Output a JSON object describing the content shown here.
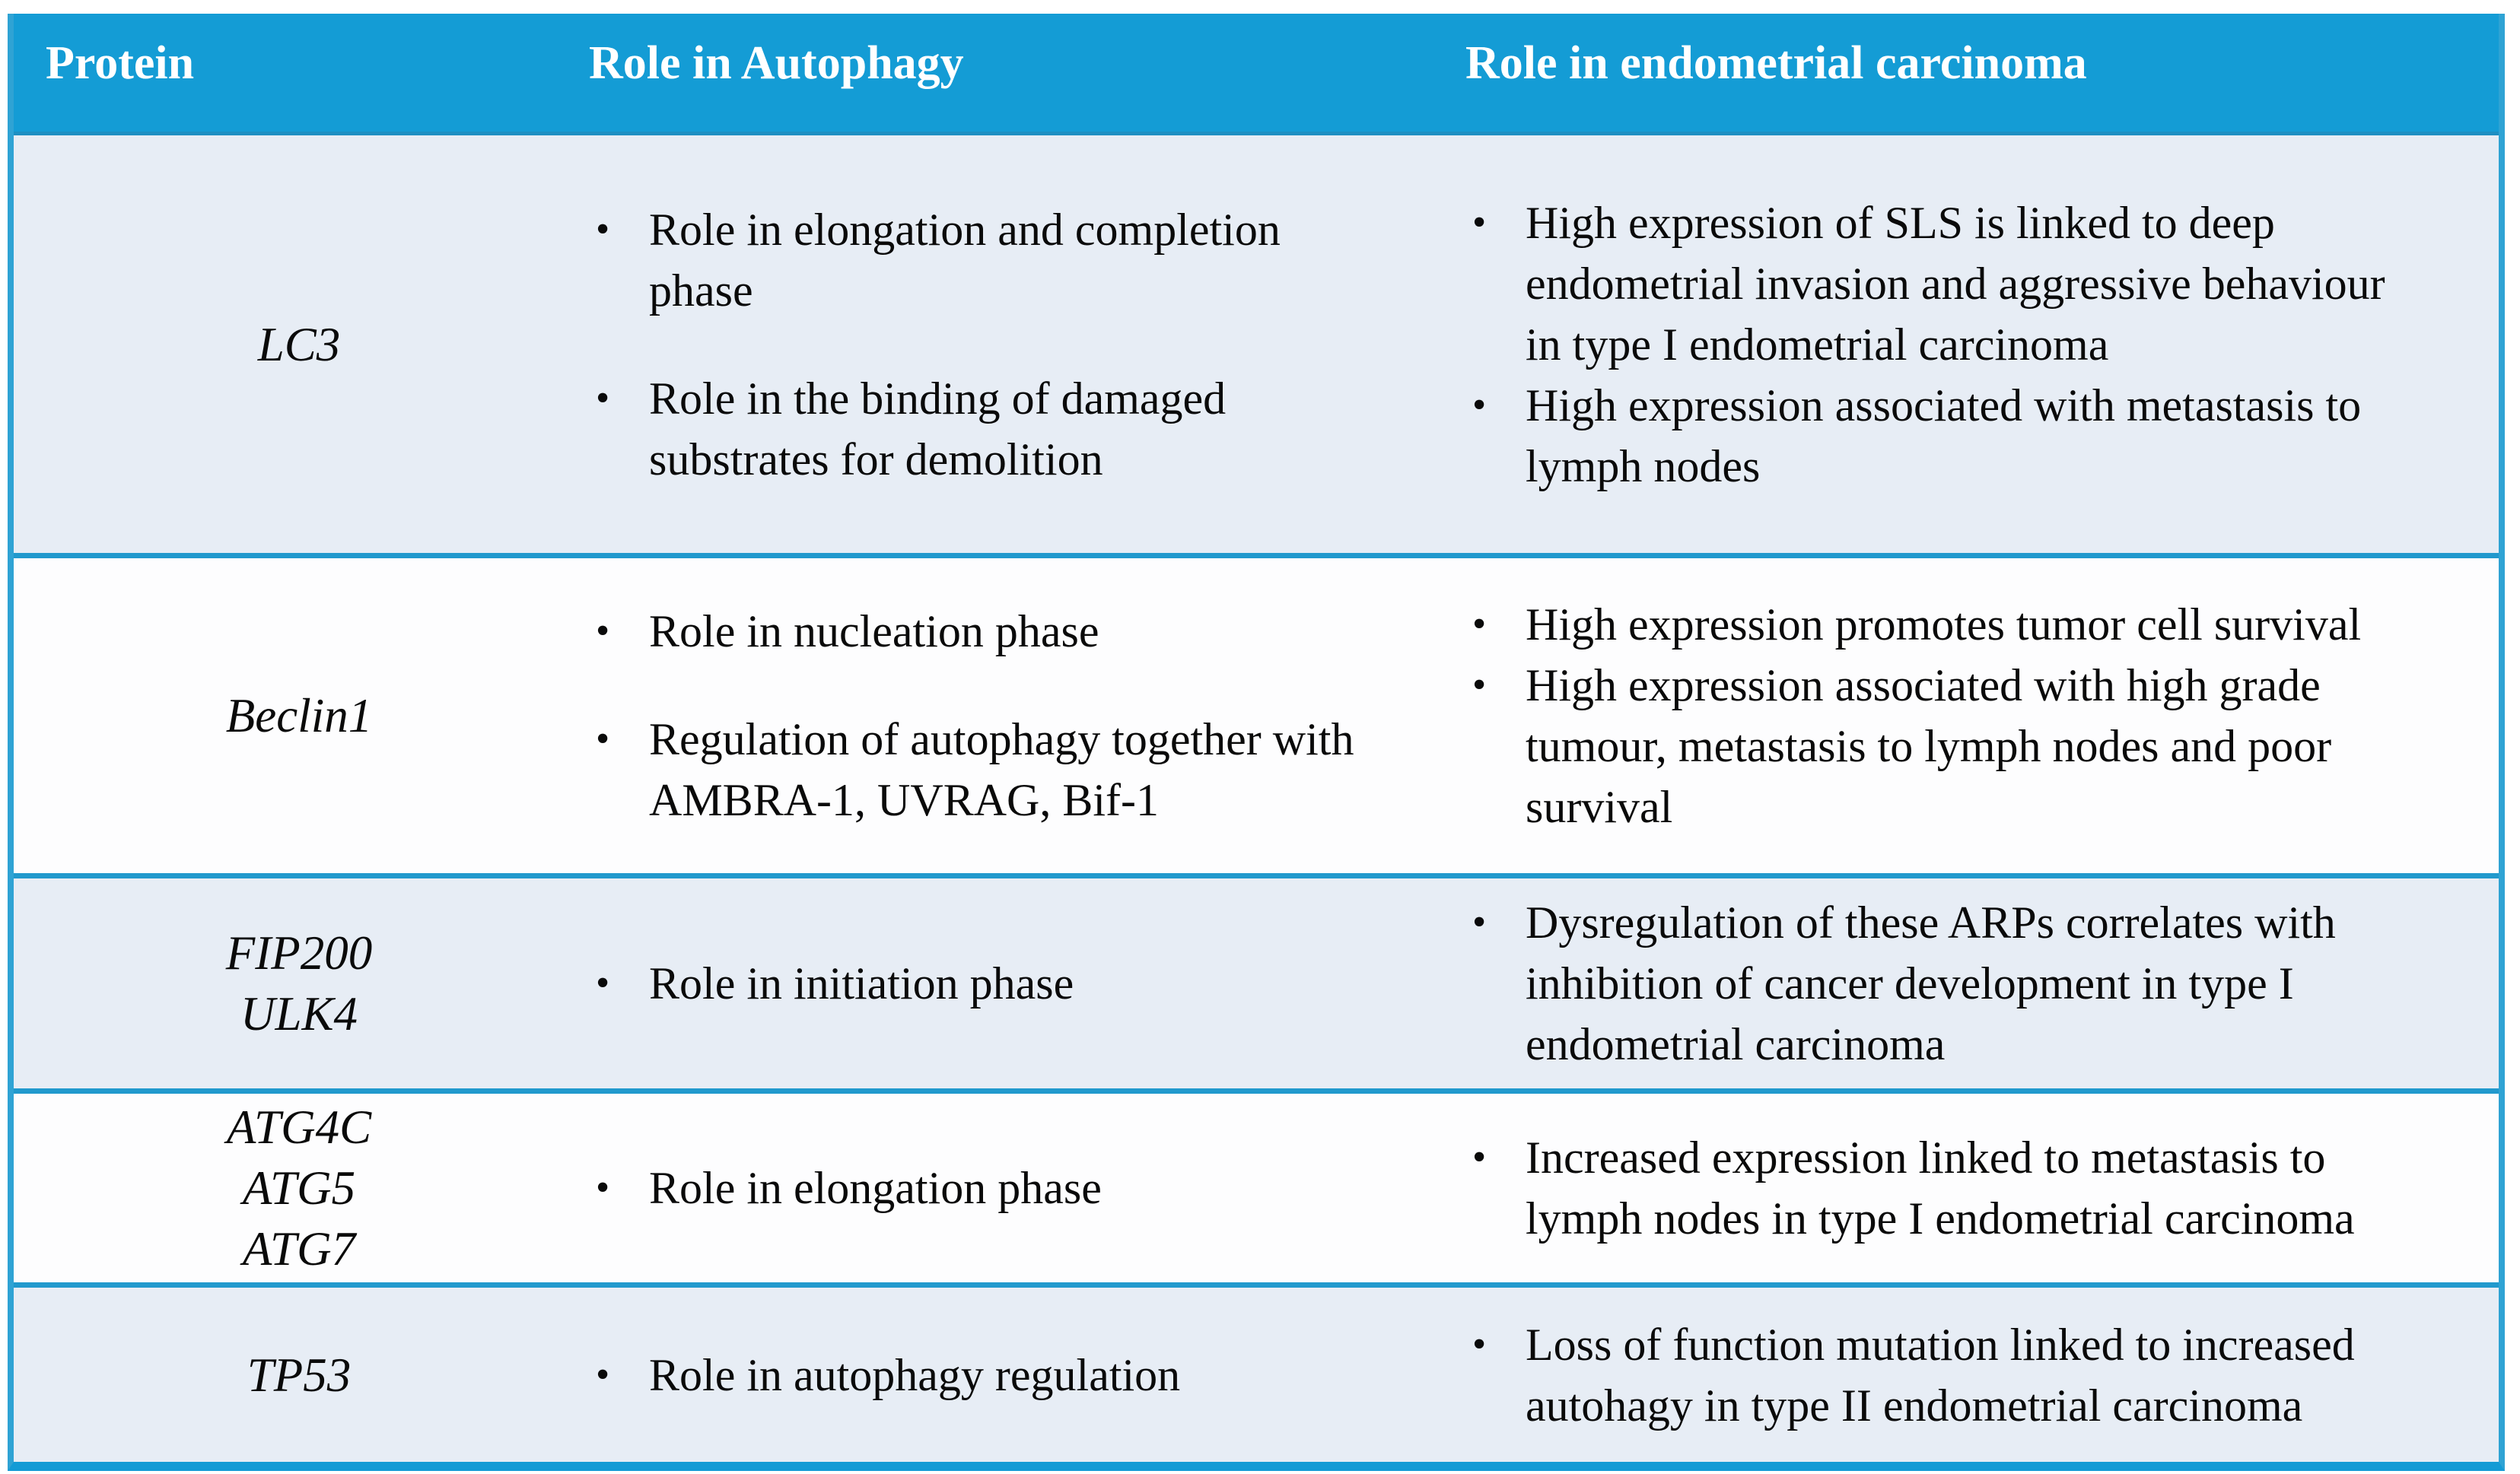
{
  "header": {
    "protein": "Protein",
    "autophagy": "Role in Autophagy",
    "carcinoma": "Role in endometrial carcinoma"
  },
  "ui": {
    "bullet": "•"
  },
  "colors": {
    "header_bg": "#149cd5",
    "header_text": "#ffffff",
    "outer_border": "#2fa3d4",
    "row_separator": "#2199cd",
    "row_light": "#e7edf5",
    "row_white": "#fdfdfe",
    "body_text": "#0a0a0a"
  },
  "rows": [
    {
      "protein": [
        "LC3"
      ],
      "autophagy": [
        "Role in elongation and completion\nphase",
        "Role in the binding of damaged\nsubstrates for demolition"
      ],
      "carcinoma": [
        "High expression of SLS is linked to deep\nendometrial invasion and aggressive behaviour\nin type I endometrial carcinoma",
        "High expression associated with metastasis to\nlymph nodes"
      ]
    },
    {
      "protein": [
        "Beclin1"
      ],
      "autophagy": [
        "Role in nucleation phase",
        "Regulation of autophagy together with\nAMBRA-1, UVRAG, Bif-1"
      ],
      "carcinoma": [
        "High expression promotes tumor cell survival",
        "High expression associated with high grade\ntumour, metastasis to lymph nodes and poor\nsurvival"
      ]
    },
    {
      "protein": [
        "FIP200",
        "ULK4"
      ],
      "autophagy": [
        "Role in initiation phase"
      ],
      "carcinoma": [
        "Dysregulation of these ARPs correlates with\ninhibition of cancer development in type I\nendometrial carcinoma"
      ]
    },
    {
      "protein": [
        "ATG4C",
        "ATG5",
        "ATG7"
      ],
      "autophagy": [
        "Role in elongation phase"
      ],
      "carcinoma": [
        "Increased expression linked to metastasis to\nlymph nodes in type I endometrial carcinoma"
      ]
    },
    {
      "protein": [
        "TP53"
      ],
      "autophagy": [
        "Role in autophagy regulation"
      ],
      "carcinoma": [
        "Loss of function mutation linked to increased\nautohagy in type II endometrial carcinoma"
      ]
    }
  ]
}
